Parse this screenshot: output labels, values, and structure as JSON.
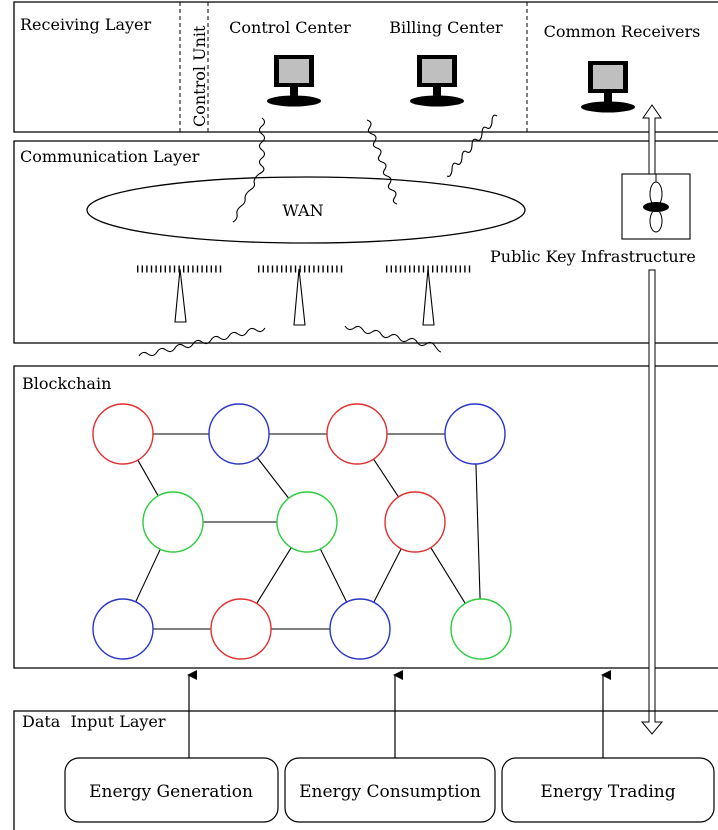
{
  "layers": {
    "receiving": "Receiving Layer",
    "communication": "Communication Layer",
    "blockchain": "Blockchain",
    "data_input": "Data  Input Layer"
  },
  "receiving": {
    "control_unit": "Control Unit",
    "control_center": "Control Center",
    "billing_center": "Billing Center",
    "common_receivers": "Common Receivers"
  },
  "communication": {
    "wan": "WAN",
    "pki": "Public Key Infrastructure"
  },
  "data_input": {
    "boxes": [
      "Energy Generation",
      "Energy Consumption",
      "Energy Trading"
    ]
  },
  "blockchain": {
    "nodes": [
      {
        "id": "n1",
        "color": "#e03030"
      },
      {
        "id": "n2",
        "color": "#2a35c8"
      },
      {
        "id": "n3",
        "color": "#e03030"
      },
      {
        "id": "n4",
        "color": "#2a35c8"
      },
      {
        "id": "n5",
        "color": "#2ecc40"
      },
      {
        "id": "n6",
        "color": "#2ecc40"
      },
      {
        "id": "n7",
        "color": "#e03030"
      },
      {
        "id": "n8",
        "color": "#2a35c8"
      },
      {
        "id": "n9",
        "color": "#e03030"
      },
      {
        "id": "n10",
        "color": "#2a35c8"
      },
      {
        "id": "n11",
        "color": "#2ecc40"
      }
    ]
  },
  "colors": {
    "red": "#e03030",
    "blue": "#2a35c8",
    "green": "#2ecc40",
    "line": "#000000"
  }
}
